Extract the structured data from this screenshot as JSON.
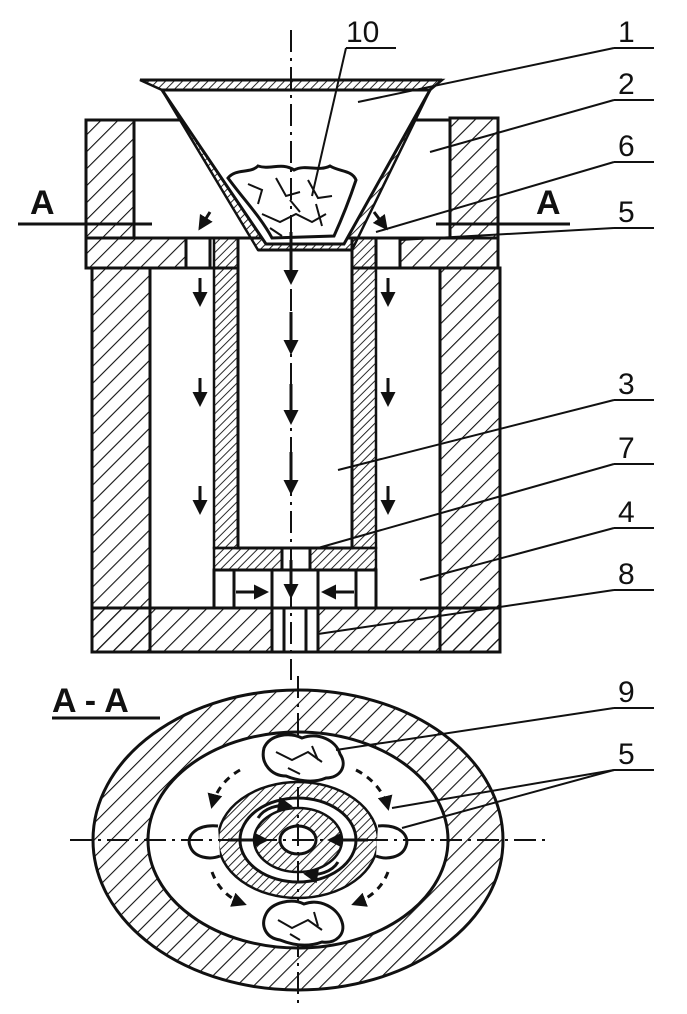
{
  "figure": {
    "section_label_left": "A",
    "section_label_right": "A",
    "section_title": "A - A",
    "callouts": [
      "1",
      "2",
      "3",
      "4",
      "5",
      "6",
      "7",
      "8",
      "9",
      "5",
      "10"
    ]
  }
}
